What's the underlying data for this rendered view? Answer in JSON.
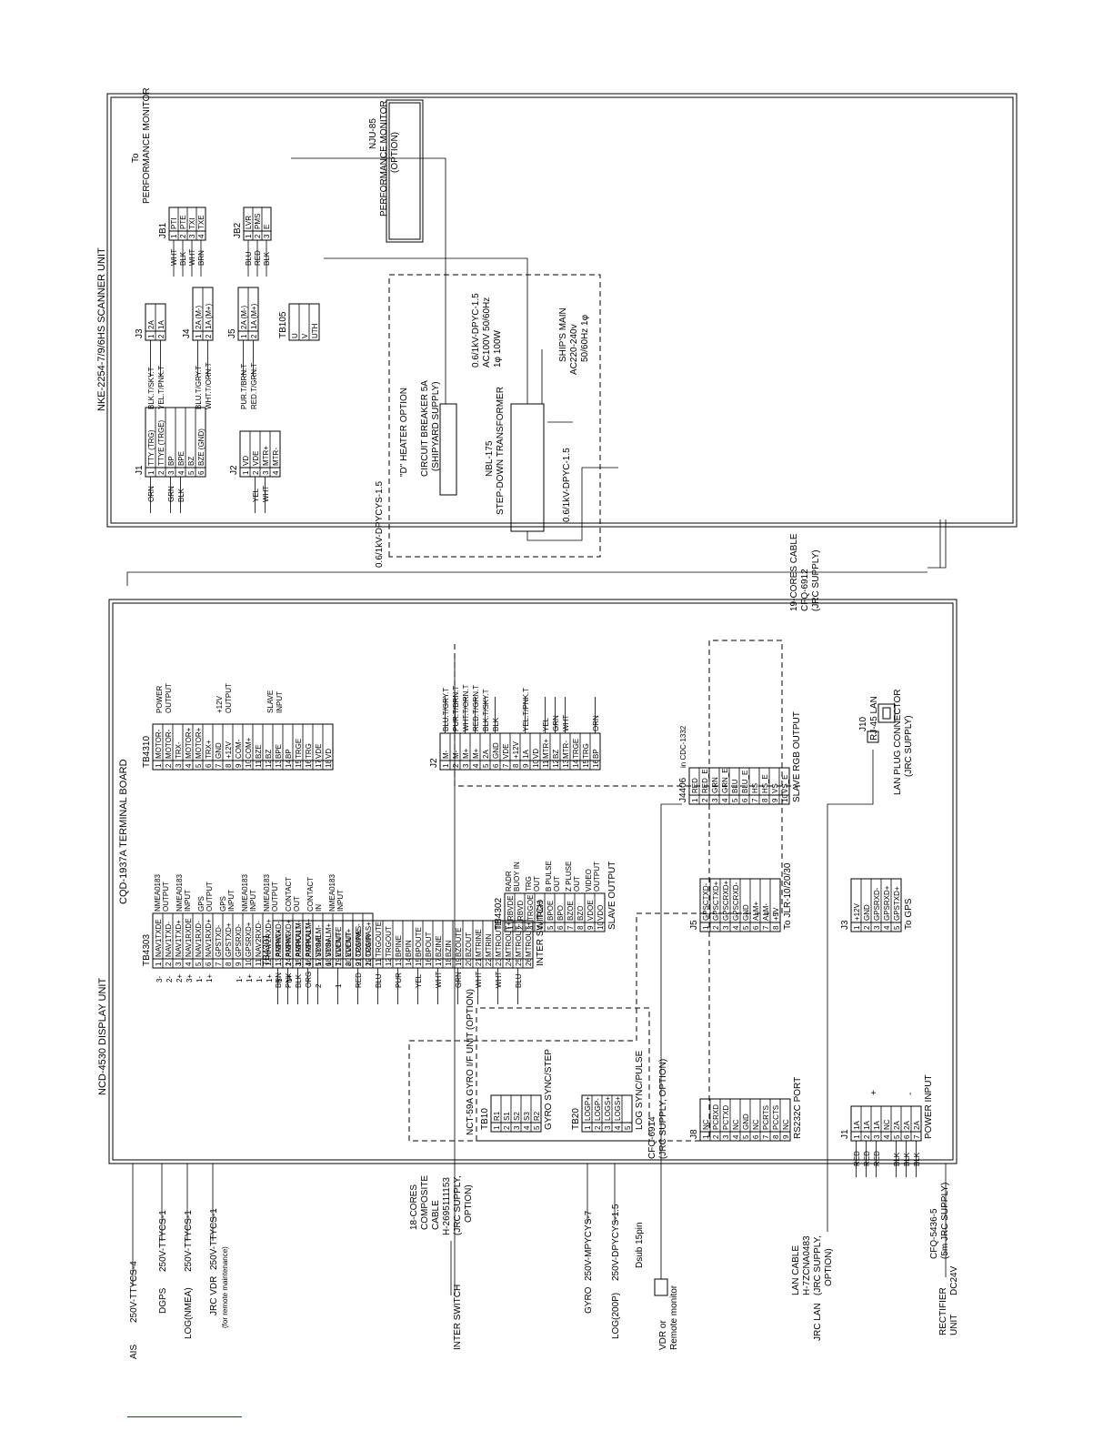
{
  "scanner": {
    "title": "NKE-2254-7/9/6HS SCANNER UNIT",
    "perf_to": "To",
    "perf_label": "PERFORMANCE MONITOR",
    "jb1": {
      "name": "JB1",
      "wires": [
        "WHT",
        "BLK",
        "WHT",
        "BRN"
      ],
      "rows": [
        [
          "1",
          "PTI"
        ],
        [
          "2",
          "PTE"
        ],
        [
          "3",
          "TXI"
        ],
        [
          "4",
          "TXE"
        ]
      ]
    },
    "jb2": {
      "name": "JB2",
      "wires": [
        "BLU",
        "RED",
        "BLK"
      ],
      "rows": [
        [
          "1",
          "LVR"
        ],
        [
          "2",
          "PMS"
        ],
        [
          "3",
          "E"
        ]
      ]
    },
    "j1": {
      "name": "J1",
      "wires": [
        "ORN",
        "",
        "GRN",
        "BLK"
      ],
      "rows": [
        [
          "1",
          "TTY (TRG)"
        ],
        [
          "2",
          "TTYE (TRGE)"
        ],
        [
          "3",
          "BP"
        ],
        [
          "4",
          "BPE"
        ],
        [
          "5",
          "BZ"
        ],
        [
          "6",
          "BZE (GND)"
        ]
      ]
    },
    "j2": {
      "name": "J2",
      "wires": [
        "",
        "YEL",
        "WHT"
      ],
      "rows": [
        [
          "1",
          "VD"
        ],
        [
          "2",
          "VDE"
        ],
        [
          "3",
          "MTR+"
        ],
        [
          "4",
          "MTR-"
        ]
      ]
    },
    "j3": {
      "name": "J3",
      "wires": [
        "BLK.T/SKY.T",
        "YEL.T/PNK.T"
      ],
      "rows": [
        [
          "1",
          "2A"
        ],
        [
          "2",
          "1A"
        ]
      ]
    },
    "j4": {
      "name": "J4",
      "wires": [
        "BLU.T/GRY.T",
        "WHT.T/ORN.T"
      ],
      "rows": [
        [
          "1",
          "2A (M-)"
        ],
        [
          "2",
          "1A (M+)"
        ]
      ]
    },
    "j5": {
      "name": "J5",
      "wires": [
        "PUR.T/BRN.T",
        "RED.T/GRN.T"
      ],
      "rows": [
        [
          "1",
          "2A (M-)"
        ],
        [
          "2",
          "1A (M+)"
        ]
      ]
    },
    "tb105": {
      "name": "TB105",
      "rows": [
        "U",
        "V",
        "UTH"
      ]
    }
  },
  "nju": {
    "model": "NJU-85",
    "label": "PERFORMANCE MONITOR",
    "option": "(OPTION)"
  },
  "heater": {
    "title": "\"D\" HEATER OPTION",
    "breaker": "CIRCUIT BREAKER 5A",
    "breaker_note": "(SHIPYARD SUPPLY)",
    "transformer_model": "NBL-175",
    "transformer": "STEP-DOWN TRANSFORMER",
    "out_cable": "0.6/1kV-DPYC-1.5",
    "out_spec1": "AC100V 50/60Hz",
    "out_spec2": "1φ 100W",
    "in_cable": "0.6/1kV-DPYC-1.5",
    "mains1": "SHIP'S MAIN",
    "mains2": "AC220-240v",
    "mains3": "50/60Hz 1φ",
    "heater_cable": "0.6/1kV-DPYCYS-1.5"
  },
  "cable19": {
    "l1": "19-CORES CABLE",
    "l2": "CFQ-6912",
    "l3": "(JRC SUPPLY)"
  },
  "display": {
    "title": "NCD-4530 DISPLAY UNIT",
    "board": "CQD-1937A TERMINAL BOARD",
    "tb4310": {
      "name": "TB4310",
      "rows": [
        [
          "1",
          "MOTOR-"
        ],
        [
          "2",
          "MOTOR-"
        ],
        [
          "3",
          "TRX-"
        ],
        [
          "4",
          "MOTOR+"
        ],
        [
          "5",
          "MOTOR+"
        ],
        [
          "6",
          "TRX+"
        ],
        [
          "7",
          "GND"
        ],
        [
          "8",
          "+12V"
        ],
        [
          "9",
          "COM-"
        ],
        [
          "10",
          "COM+"
        ],
        [
          "11",
          "BZE"
        ],
        [
          "12",
          "BZ"
        ],
        [
          "13",
          "BPE"
        ],
        [
          "14",
          "BP"
        ],
        [
          "15",
          "TRGE"
        ],
        [
          "16",
          "TRG"
        ],
        [
          "17",
          "VDE"
        ],
        [
          "18",
          "VD"
        ]
      ],
      "groups": [
        [
          "POWER",
          "OUTPUT"
        ],
        [
          "+12V",
          "OUTPUT"
        ],
        [
          "SLAVE",
          "INPUT"
        ]
      ]
    },
    "j2": {
      "name": "J2",
      "rows": [
        [
          "1",
          "M-"
        ],
        [
          "2",
          "M-"
        ],
        [
          "3",
          "M+"
        ],
        [
          "4",
          "M+"
        ],
        [
          "5",
          "2A"
        ],
        [
          "6",
          "GND"
        ],
        [
          "7",
          "VDE"
        ],
        [
          "8",
          "+12V"
        ],
        [
          "9",
          "1A"
        ],
        [
          "10",
          "VD"
        ],
        [
          "11",
          "MTR+"
        ],
        [
          "12",
          "BZ"
        ],
        [
          "13",
          "MTR-"
        ],
        [
          "14",
          "TRGE"
        ],
        [
          "15",
          "TRG"
        ],
        [
          "16",
          "BP"
        ]
      ],
      "wires": [
        "BLU.T/GRY.T",
        "PUR.T/BRN.T",
        "WHT.T/ORN.T",
        "RED.T/GRN.T",
        "BLK.T/SKY.T",
        "BLK",
        "",
        "",
        "YEL.T/PNK.T",
        "",
        "YEL",
        "GRN",
        "WHT",
        "",
        "",
        "ORN"
      ]
    },
    "tb4301": {
      "name": "TB4301",
      "footer": "INTER SWITCH",
      "rows": [
        [
          "1",
          "PMRIN+"
        ],
        [
          "2",
          "PMRIN-"
        ],
        [
          "3",
          "PMROUT-"
        ],
        [
          "4",
          "PMROUT+"
        ],
        [
          "5",
          "VDINE"
        ],
        [
          "6",
          "VDIN"
        ],
        [
          "7",
          "VDOUTE"
        ],
        [
          "8",
          "VDOUT"
        ],
        [
          "9",
          "TRGINE"
        ],
        [
          "10",
          "TRGIN"
        ],
        [
          "11",
          "TRGOUTE"
        ],
        [
          "12",
          "TRGOUT"
        ],
        [
          "13",
          "BPINE"
        ],
        [
          "14",
          "BPIN"
        ],
        [
          "15",
          "BPOUTE"
        ],
        [
          "16",
          "BPOUT"
        ],
        [
          "17",
          "BZINE"
        ],
        [
          "18",
          "BZIN"
        ],
        [
          "19",
          "BZOUTE"
        ],
        [
          "20",
          "BZOUT"
        ],
        [
          "21",
          "MTRINE"
        ],
        [
          "22",
          "MTRIN"
        ],
        [
          "23",
          "MTROUTE"
        ],
        [
          "24",
          "MTROUT+"
        ],
        [
          "25",
          "MTROUT-"
        ],
        [
          "26",
          "MTROUT+"
        ]
      ],
      "wires": [
        "BRN",
        "PNK",
        "BLK",
        "ORG",
        "2",
        "",
        "1",
        "",
        "RED",
        "",
        "BLU",
        "",
        "PUR",
        "",
        "YEL",
        "",
        "WHT",
        "",
        "GRN",
        "",
        "WHT",
        "",
        "WHT",
        "",
        "BLU",
        ""
      ]
    },
    "tb4303": {
      "name": "TB4303",
      "rows": [
        [
          "1",
          "NAV1TXDE"
        ],
        [
          "2",
          "NAV1TXD-"
        ],
        [
          "3",
          "NAV1TXD+"
        ],
        [
          "4",
          "NAV1RXDE"
        ],
        [
          "5",
          "NAV1RXD-"
        ],
        [
          "6",
          "NAV1RXD+"
        ],
        [
          "7",
          "GPSTXD-"
        ],
        [
          "8",
          "GPSTXD+"
        ],
        [
          "9",
          "GPSRXD-"
        ],
        [
          "10",
          "GPSRXD+"
        ],
        [
          "11",
          "NAV2RXD-"
        ],
        [
          "12",
          "NAV2RXD+"
        ],
        [
          "13",
          "ARPATXD-"
        ],
        [
          "14",
          "ARPATXD+"
        ],
        [
          "15",
          "ARPAALM-"
        ],
        [
          "16",
          "ARPAALM+"
        ],
        [
          "17",
          "SYSALM-"
        ],
        [
          "18",
          "SYSALM+"
        ],
        [
          "19",
          "EVENT-"
        ],
        [
          "20",
          "EVENT+"
        ],
        [
          "21",
          "COMPAS-"
        ],
        [
          "22",
          "COMPAS+"
        ]
      ],
      "groups": [
        [
          "NMEA0183",
          "OUTPUT"
        ],
        [
          "NMEA0183",
          "INPUT"
        ],
        [
          "GPS",
          "OUTPUT"
        ],
        [
          "GPS",
          "INPUT"
        ],
        [
          "NMEA0183",
          "INPUT"
        ],
        [
          "NMEA0183",
          "OUTPUT"
        ],
        [
          "CONTACT",
          "OUT"
        ],
        [
          "CONTACT",
          "IN"
        ],
        [
          "NMEA0183",
          "INPUT"
        ]
      ],
      "pins": [
        "3-",
        "2-",
        "2+",
        "3+",
        "1-",
        "1+",
        "",
        "",
        "1-",
        "1+",
        "1-",
        "1+",
        "1-",
        "1+"
      ]
    },
    "tb4302": {
      "name": "TB4302",
      "footer": "SLAVE OUTPUT",
      "rows": [
        [
          "1",
          "RBVDE"
        ],
        [
          "2",
          "RBVD"
        ],
        [
          "3",
          "TRGOE"
        ],
        [
          "4",
          "TRGO"
        ],
        [
          "5",
          "BPOE"
        ],
        [
          "6",
          "BPO"
        ],
        [
          "7",
          "BZOE"
        ],
        [
          "8",
          "BZO"
        ],
        [
          "9",
          "VDOE"
        ],
        [
          "10",
          "VDO"
        ]
      ],
      "groups": [
        [
          "RADR",
          "BUOY IN"
        ],
        [
          "TRG",
          "OUT"
        ],
        [
          "B PULSE",
          "OUT"
        ],
        [
          "Z PLUSE",
          "OUT"
        ],
        [
          "VIDEO",
          "OUTPUT"
        ]
      ]
    },
    "j4406": {
      "name": "J4406",
      "note": "in CDC-1332",
      "footer": "SLAVE RGB OUTPUT",
      "rows": [
        [
          "1",
          "RED"
        ],
        [
          "2",
          "RED_E"
        ],
        [
          "3",
          "GRN"
        ],
        [
          "4",
          "GRN_E"
        ],
        [
          "5",
          "BLU"
        ],
        [
          "6",
          "BLU_E"
        ],
        [
          "7",
          "HS"
        ],
        [
          "8",
          "HS_E"
        ],
        [
          "9",
          "VS"
        ],
        [
          "10",
          "VS_E"
        ]
      ]
    },
    "j10": {
      "name": "J10",
      "type": "RJ-45 LAN"
    },
    "lan_conn": {
      "l1": "LAN PLUG CONNECTOR",
      "l2": "(JRC SUPPLY)"
    },
    "j5": {
      "name": "J5",
      "footer": "To JLR-10/20/30",
      "rows": [
        [
          "1",
          "GPSCTXD-"
        ],
        [
          "2",
          "GPSCTXD+"
        ],
        [
          "3",
          "GPSCRXD+"
        ],
        [
          "4",
          "GPSCRXD-"
        ],
        [
          "5",
          "GND"
        ],
        [
          "6",
          "ALM+"
        ],
        [
          "7",
          "ALM-"
        ],
        [
          "8",
          "+5V"
        ]
      ]
    },
    "j3": {
      "name": "J3",
      "footer": "To GPS",
      "rows": [
        [
          "1",
          "+12V"
        ],
        [
          "2",
          "GND"
        ],
        [
          "3",
          "GPSRXD-"
        ],
        [
          "4",
          "GPSRXD+"
        ],
        [
          "5",
          "GPSTXD+"
        ]
      ]
    },
    "j8": {
      "name": "J8",
      "footer": "RS232C PORT",
      "rows": [
        [
          "1",
          "NC"
        ],
        [
          "2",
          "PCRXD"
        ],
        [
          "3",
          "PCTXD"
        ],
        [
          "4",
          "NC"
        ],
        [
          "5",
          "GND"
        ],
        [
          "6",
          "NC"
        ],
        [
          "7",
          "PCRTS"
        ],
        [
          "8",
          "PCCTS"
        ],
        [
          "9",
          "NC"
        ]
      ]
    },
    "j1": {
      "name": "J1",
      "footer": "POWER INPUT",
      "rows": [
        [
          "1",
          "1A"
        ],
        [
          "2",
          "1A"
        ],
        [
          "3",
          "1A"
        ],
        [
          "4",
          "NC"
        ],
        [
          "5",
          "2A"
        ],
        [
          "6",
          "2A"
        ],
        [
          "7",
          "2A"
        ]
      ],
      "wires": [
        "RED",
        "RED",
        "RED",
        "",
        "BLK",
        "BLK",
        "BLK"
      ],
      "plus": "+",
      "minus": "-"
    },
    "gyro": {
      "title": "NCT-59A GYRO I/F UNIT (OPTION)",
      "tb10": {
        "name": "TB10",
        "footer": "GYRO SYNC/STEP",
        "rows": [
          [
            "1",
            "R1"
          ],
          [
            "2",
            "S1"
          ],
          [
            "3",
            "S2"
          ],
          [
            "4",
            "S3"
          ],
          [
            "5",
            "R2"
          ]
        ]
      },
      "tb20": {
        "name": "TB20",
        "footer": "LOG SYNC/PULSE",
        "rows": [
          [
            "1",
            "LOGP+"
          ],
          [
            "2",
            "LOGP-"
          ],
          [
            "3",
            "LOGS+"
          ],
          [
            "4",
            "LOGS+"
          ],
          [
            "5",
            ""
          ]
        ]
      }
    }
  },
  "external": {
    "ais": {
      "label": "AIS",
      "cable": "250V-TTYCS-4"
    },
    "dgps": {
      "label": "DGPS",
      "cable": "250V-TTYCS-1"
    },
    "log": {
      "label": "LOG(NMEA)",
      "cable": "250V-TTYCS-1"
    },
    "vdr": {
      "label": "JRC VDR",
      "cable": "250V-TTYCS-1",
      "note": "(for remote maintenance)"
    },
    "composite": {
      "l1": "18-CORES",
      "l2": "COMPOSITE",
      "l3": "CABLE",
      "l4": "H-2695111153",
      "l5": "(JRC SUPPLY,",
      "l6": "OPTION)",
      "label": "INTER SWITCH"
    },
    "gyro": {
      "label": "GYRO",
      "cable": "250V-MPYCYS-7"
    },
    "log200": {
      "label": "LOG(200P)",
      "cable": "250V-DPYCYS-1.5"
    },
    "cfq6914": {
      "l1": "CFQ-6914",
      "l2": "(JRC SUPPLY, OPTION)"
    },
    "dsub": {
      "label": "Dsub 15pin",
      "l1": "VDR or",
      "l2": "Remote monitor"
    },
    "lan": {
      "l1": "LAN CABLE",
      "l2": "H-7ZCNA0483",
      "l3": "(JRC SUPPLY,",
      "l4": "OPTION)",
      "label": "JRC LAN"
    },
    "rect": {
      "l1": "CFQ-5436-5",
      "l2": "(5m JRC SUPPLY)",
      "label": "RECTIFIER",
      "label2": "UNIT",
      "spec": "DC24V"
    }
  }
}
